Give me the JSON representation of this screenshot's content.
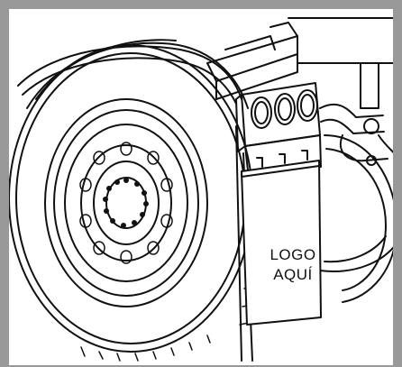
{
  "illustration": {
    "subject": "truck-rear-wheel-with-mudflap",
    "colors": {
      "frame": "#999999",
      "ink": "#111111",
      "paper": "#ffffff"
    }
  },
  "mudflap": {
    "line1": "LOGO",
    "line2": "AQUÍ"
  }
}
